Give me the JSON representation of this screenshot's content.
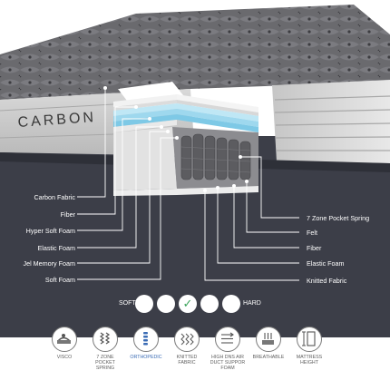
{
  "brand": {
    "name": "CARBON"
  },
  "layers_left": [
    {
      "id": "carbon-fabric",
      "label": "Carbon Fabric"
    },
    {
      "id": "fiber",
      "label": "Fiber"
    },
    {
      "id": "hyper-soft-foam",
      "label": "Hyper Soft Foam"
    },
    {
      "id": "elastic-foam",
      "label": "Elastic Foam"
    },
    {
      "id": "jel-memory-foam",
      "label": "Jel Memory Foam"
    },
    {
      "id": "soft-foam",
      "label": "Soft Foam"
    }
  ],
  "layers_right": [
    {
      "id": "7-zone-pocket-spring",
      "label": "7 Zone Pocket Spring"
    },
    {
      "id": "felt",
      "label": "Felt"
    },
    {
      "id": "fiber",
      "label": "Fiber"
    },
    {
      "id": "elastic-foam",
      "label": "Elastic Foam"
    },
    {
      "id": "knitted-fabric",
      "label": "Knitted Fabric"
    }
  ],
  "firmness": {
    "soft_label": "SOFT",
    "hard_label": "HARD",
    "levels": 5,
    "selected_level": 3,
    "check_glyph": "✓",
    "check_color": "#3aa35a"
  },
  "features": [
    {
      "id": "visco",
      "line1": "VISCO",
      "line2": "",
      "line3": "",
      "icon": "visco-foam-icon",
      "accent": false
    },
    {
      "id": "pocket-spring",
      "line1": "7 ZONE POCKET",
      "line2": "SPRING",
      "line3": "",
      "icon": "pocket-spring-icon",
      "accent": false
    },
    {
      "id": "orthopedic",
      "line1": "ORTHOPEDIC",
      "line2": "",
      "line3": "",
      "icon": "spine-icon",
      "accent": true
    },
    {
      "id": "knitted-fabric",
      "line1": "KNITTED",
      "line2": "FABRIC",
      "line3": "",
      "icon": "knit-fabric-icon",
      "accent": false
    },
    {
      "id": "air-duct",
      "line1": "HIGH DNS AIR",
      "line2": "DUCT SUPPOR",
      "line3": "FOAM",
      "icon": "air-flow-icon",
      "accent": false
    },
    {
      "id": "breathable",
      "line1": "BREATHABLE",
      "line2": "",
      "line3": "",
      "icon": "breathable-icon",
      "accent": false
    },
    {
      "id": "height",
      "line1": "MATTRESS",
      "line2": "HEIGHT",
      "line3": "",
      "icon": "ruler-icon",
      "accent": false
    }
  ],
  "colors": {
    "panel": "#3c3e48",
    "mattress_grey": "#6b6b6f",
    "foam_blue": "#9ed8ee",
    "label_white": "#ffffff",
    "accent_blue": "#3b6cb5"
  }
}
